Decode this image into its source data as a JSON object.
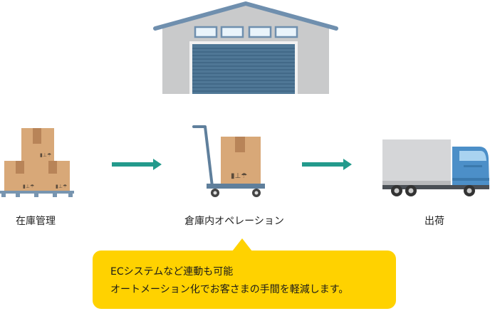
{
  "steps": [
    {
      "label": "在庫管理",
      "icon": "stacked-boxes-on-pallet-icon"
    },
    {
      "label": "倉庫内オペレーション",
      "icon": "hand-truck-icon"
    },
    {
      "label": "出荷",
      "icon": "delivery-truck-icon"
    }
  ],
  "callout": {
    "line1": "ECシステムなど連動も可能",
    "line2": "オートメーション化でお客さまの手間を軽減します。"
  },
  "colors": {
    "warehouse_wall": "#c9cacb",
    "warehouse_roof": "#6f8fae",
    "shutter": "#4f7796",
    "box": "#d8a878",
    "box_tape": "#b88458",
    "arrow": "#239a8c",
    "cart": "#5f7f9c",
    "truck_cab": "#4c8fc8",
    "truck_cargo": "#d5d6d8",
    "callout_bg": "#ffd200"
  }
}
